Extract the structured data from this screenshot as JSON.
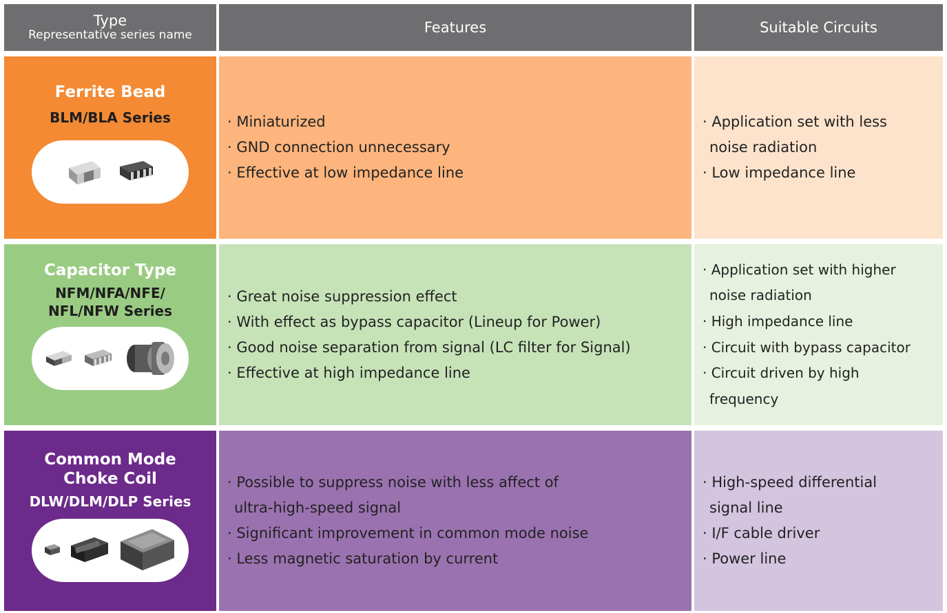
{
  "header": {
    "type_label": "Type",
    "type_sublabel": "Representative series name",
    "features_label": "Features",
    "circuits_label": "Suitable Circuits"
  },
  "rows": [
    {
      "type_name": "Ferrite Bead",
      "series": "BLM/BLA Series",
      "features": [
        "· Miniaturized",
        "· GND connection unnecessary",
        "· Effective at low impedance line"
      ],
      "circuits": [
        "· Application set  with less",
        "noise radiation",
        "· Low impedance line"
      ],
      "colors": {
        "type_bg": "#f48a33",
        "features_bg": "#fdb57d",
        "circuits_bg": "#fde3cc",
        "series_text": "#1e1e1e"
      }
    },
    {
      "type_name": "Capacitor Type",
      "series_line1": "NFM/NFA/NFE/",
      "series_line2": "NFL/NFW Series",
      "features": [
        "· Great noise suppression effect",
        "· With effect as bypass capacitor (Lineup for Power)",
        "· Good noise separation from signal (LC filter for Signal)",
        "· Effective at high impedance line"
      ],
      "circuits": [
        "· Application set with higher",
        "noise radiation",
        "· High impedance line",
        "· Circuit with bypass capacitor",
        "· Circuit driven by high",
        "frequency"
      ],
      "colors": {
        "type_bg": "#9acb83",
        "features_bg": "#c6e3b8",
        "circuits_bg": "#e6f1df",
        "series_text": "#1e1e1e"
      }
    },
    {
      "type_name": "Common Mode",
      "type_name_line2": "Choke Coil",
      "series": "DLW/DLM/DLP Series",
      "features": [
        "· Possible to suppress noise with less affect of",
        "ultra-high-speed signal",
        "· Significant improvement in common mode noise",
        "· Less magnetic saturation  by current"
      ],
      "circuits": [
        "· High-speed differential",
        "signal line",
        "· I/F cable driver",
        "· Power line"
      ],
      "colors": {
        "type_bg": "#6c2a8a",
        "features_bg": "#9b72b0",
        "circuits_bg": "#d3c4df",
        "series_text": "#ffffff"
      }
    }
  ],
  "icons": [
    "chip-bead-icon",
    "bead-array-icon",
    "chip-filter-icon",
    "filter-array-icon",
    "cylindrical-filter-icon",
    "chip-coil-icon",
    "wire-wound-coil-icon",
    "power-choke-icon"
  ]
}
